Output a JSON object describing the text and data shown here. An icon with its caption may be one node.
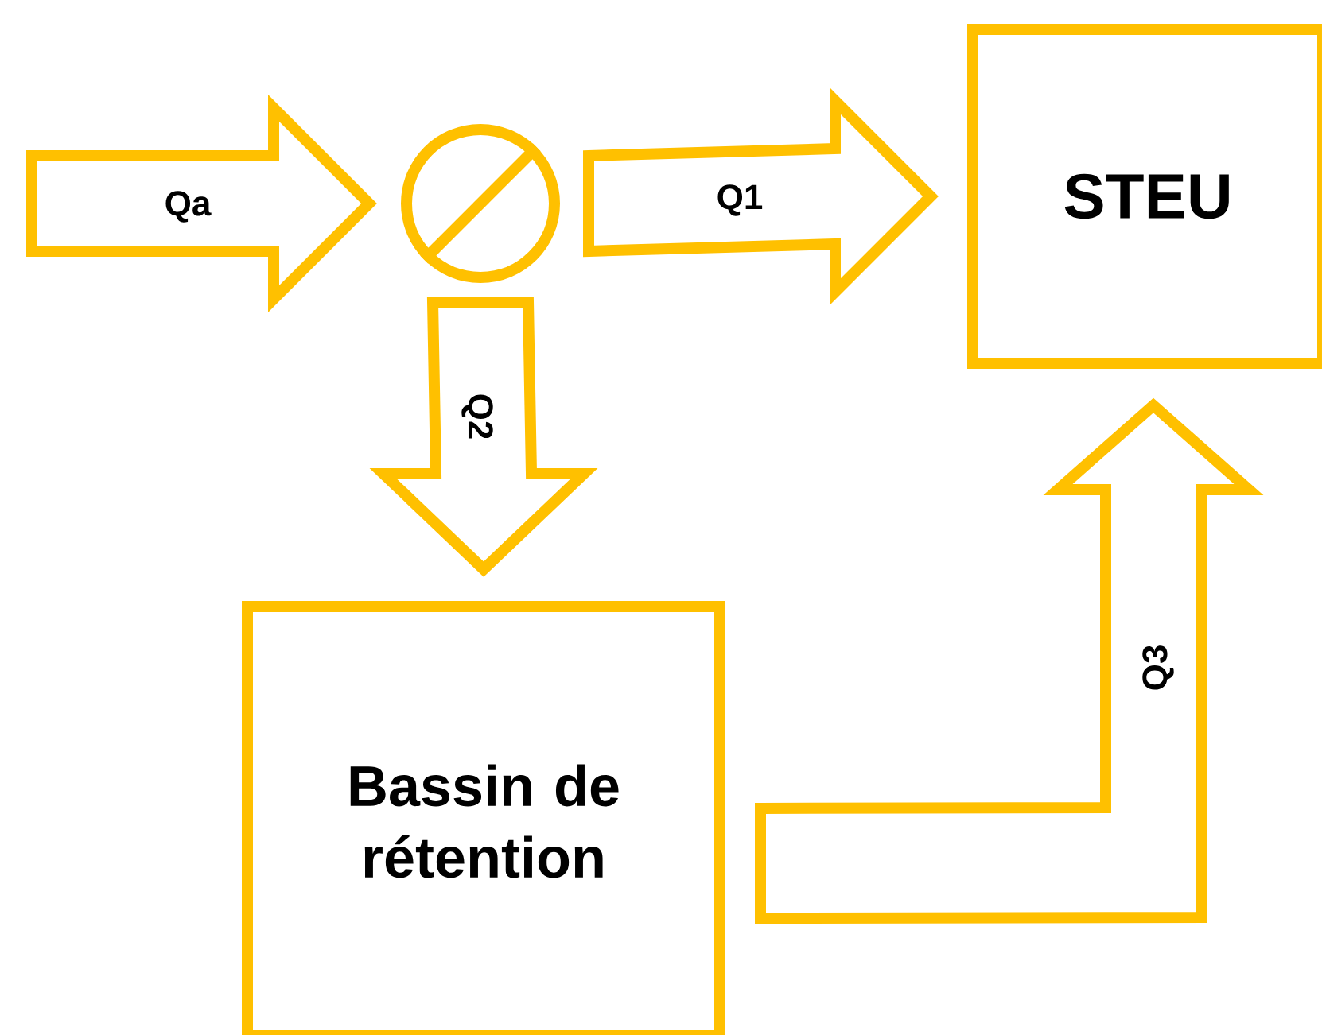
{
  "diagram": {
    "nodes": [
      {
        "text": [],
        "shape": "circle"
      },
      {
        "text": [
          "STEU"
        ]
      },
      {
        "text": [
          "Bassin de rétention"
        ]
      }
    ],
    "edges": [
      {
        "from": null,
        "to": 0,
        "arrow": "to",
        "label": "Qa"
      },
      {
        "from": 0,
        "to": 1,
        "arrow": "to",
        "label": "Q1"
      },
      {
        "from": 0,
        "to": 2,
        "arrow": "to",
        "label": "Q2"
      },
      {
        "from": 2,
        "to": 1,
        "arrow": "to",
        "label": "Q3"
      }
    ]
  }
}
